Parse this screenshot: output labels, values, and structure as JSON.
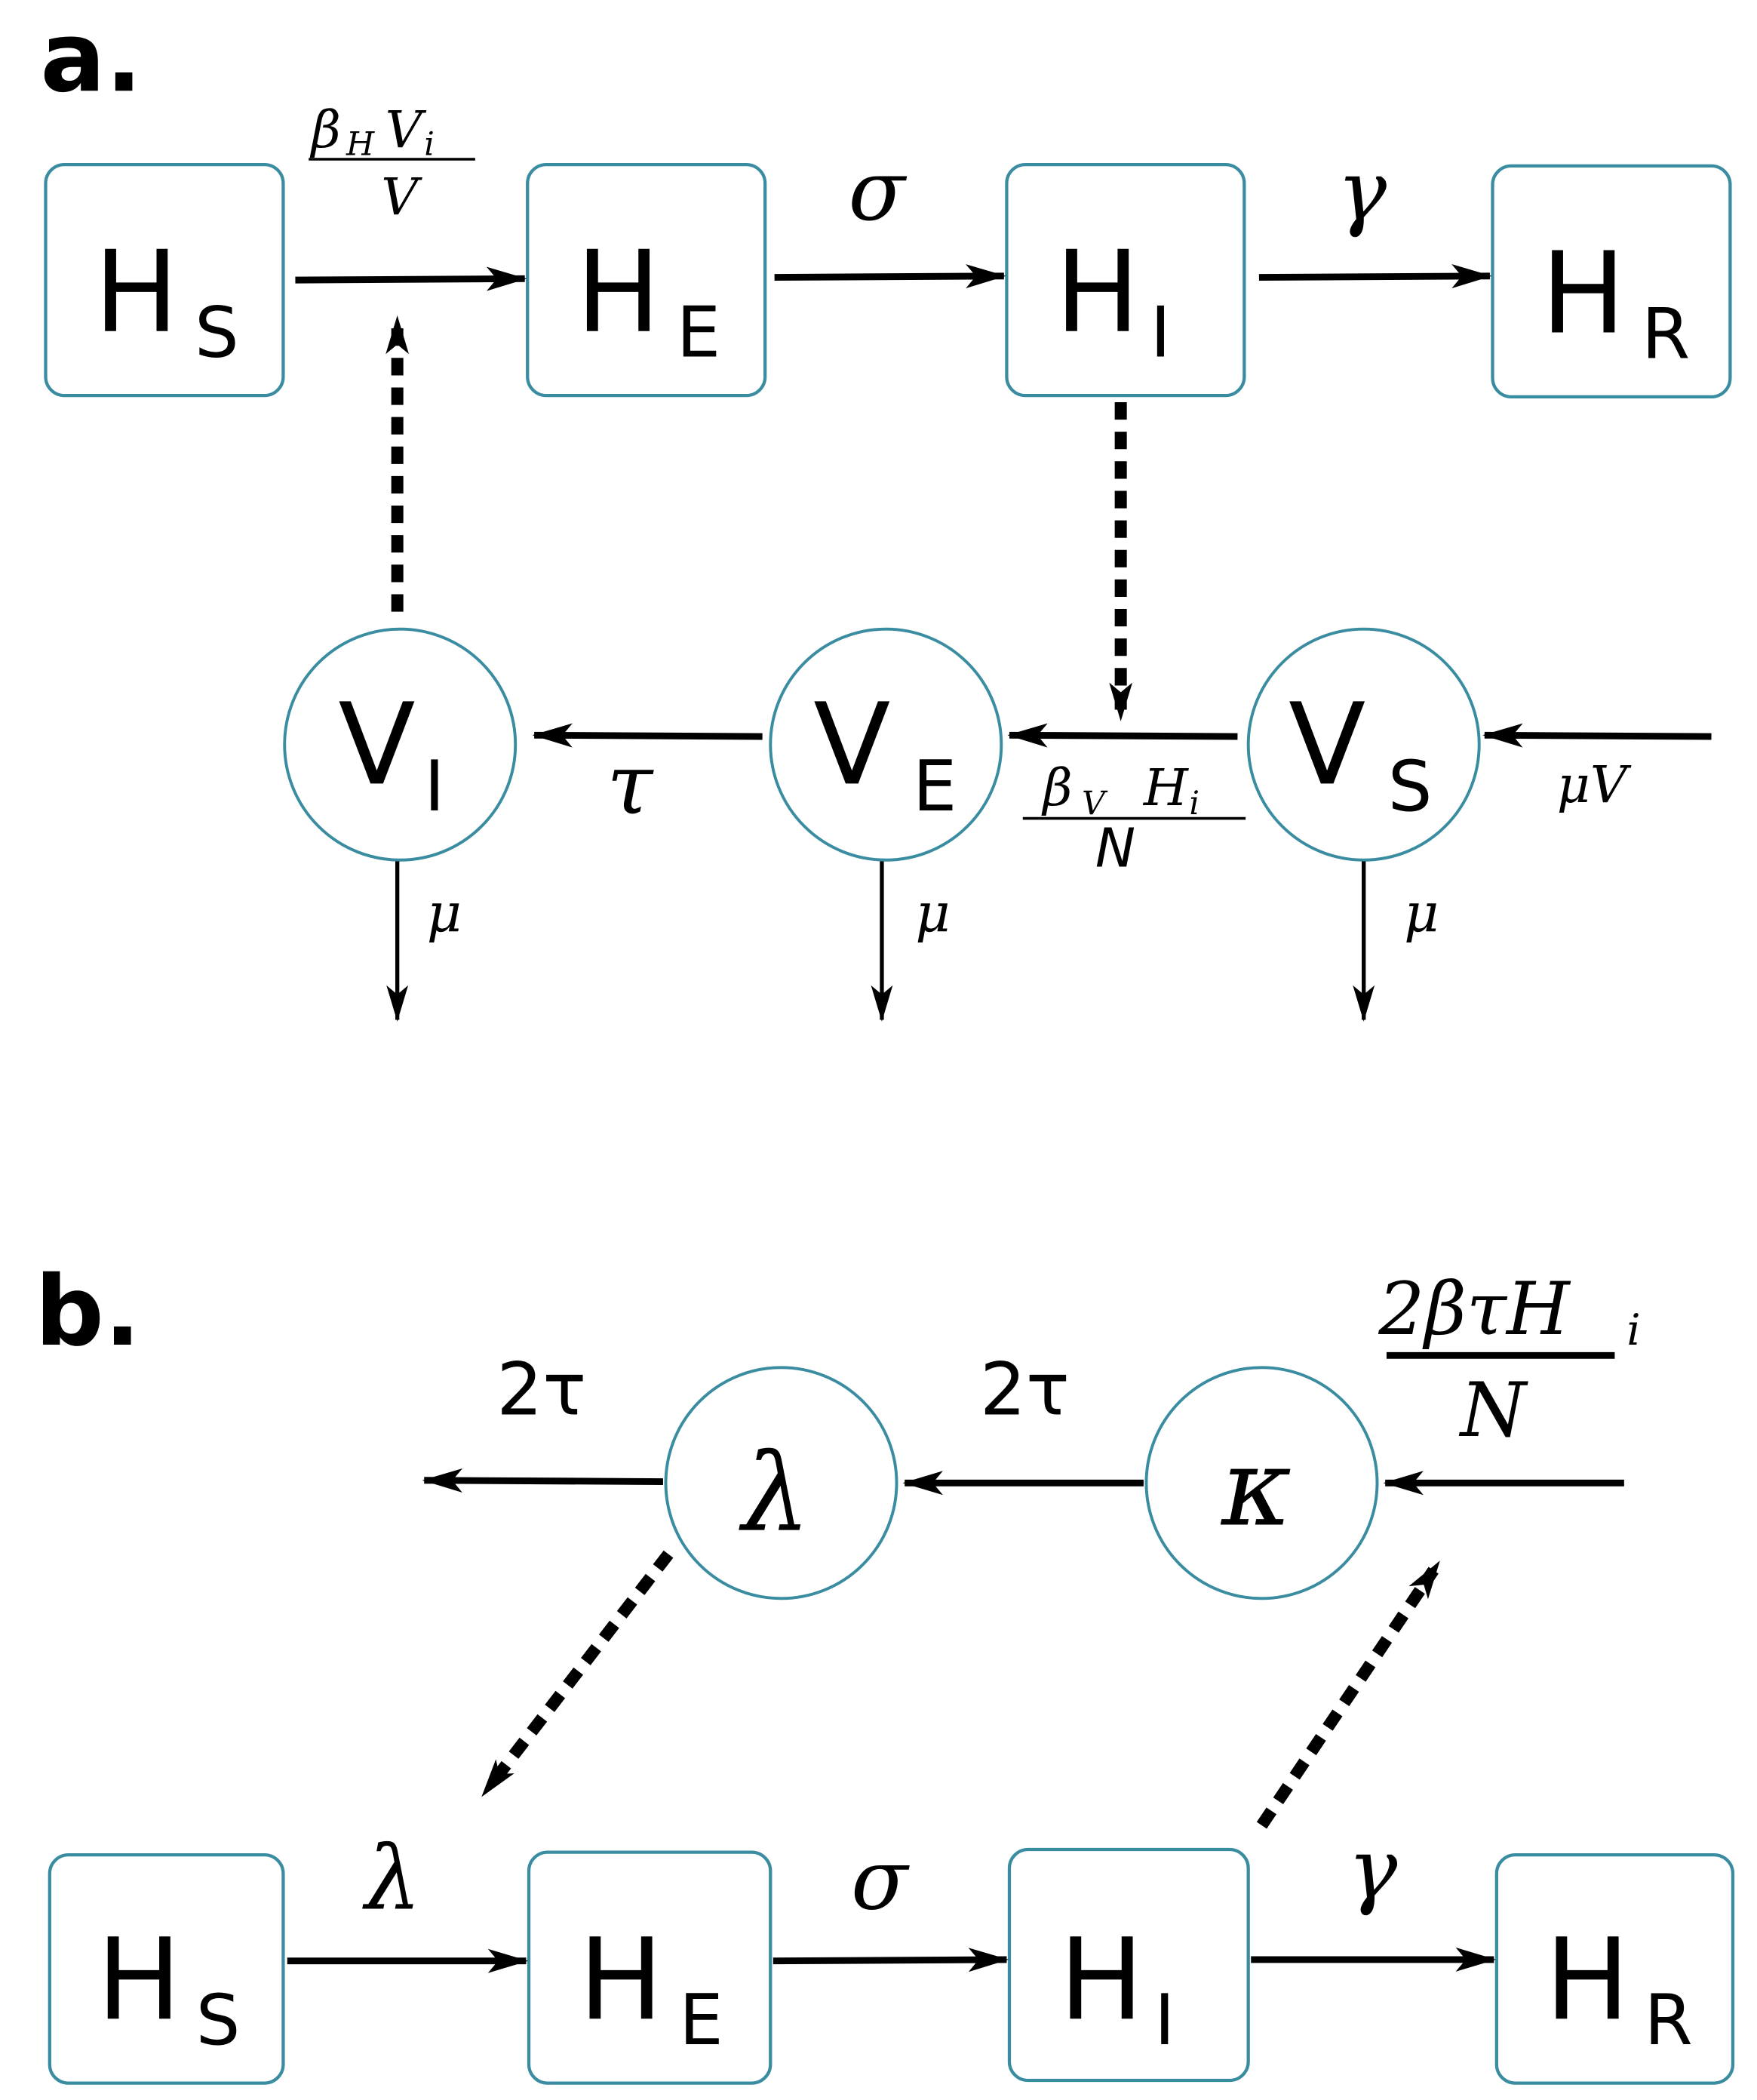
{
  "panels": {
    "a": {
      "label": "a.",
      "hosts": [
        {
          "main": "H",
          "sub": "S"
        },
        {
          "main": "H",
          "sub": "E"
        },
        {
          "main": "H",
          "sub": "I"
        },
        {
          "main": "H",
          "sub": "R"
        }
      ],
      "vectors": [
        {
          "main": "V",
          "sub": "I"
        },
        {
          "main": "V",
          "sub": "E"
        },
        {
          "main": "V",
          "sub": "S"
        }
      ],
      "rates": {
        "infection_host_num_beta": "β",
        "infection_host_num_beta_sub": "H",
        "infection_host_num_v": "V",
        "infection_host_num_v_sub": "i",
        "infection_host_den": "V",
        "sigma": "σ",
        "gamma": "γ",
        "tau": "τ",
        "infection_vector_num_beta": "β",
        "infection_vector_num_beta_sub": "V",
        "infection_vector_num_h": "H",
        "infection_vector_num_h_sub": "i",
        "infection_vector_den": "N",
        "birth": "μV",
        "mu": "μ"
      }
    },
    "b": {
      "label": "b.",
      "hosts": [
        {
          "main": "H",
          "sub": "S"
        },
        {
          "main": "H",
          "sub": "E"
        },
        {
          "main": "H",
          "sub": "I"
        },
        {
          "main": "H",
          "sub": "R"
        }
      ],
      "nodes": {
        "lambda": "λ",
        "kappa": "κ"
      },
      "rates": {
        "two_tau_left": "2τ",
        "two_tau_mid": "2τ",
        "input_num": "2βτH",
        "input_num_sub": "i",
        "input_den": "N",
        "lambda": "λ",
        "sigma": "σ",
        "gamma": "γ"
      }
    }
  },
  "colors": {
    "node_border": "#3a8ca0",
    "arrow": "#000000"
  }
}
